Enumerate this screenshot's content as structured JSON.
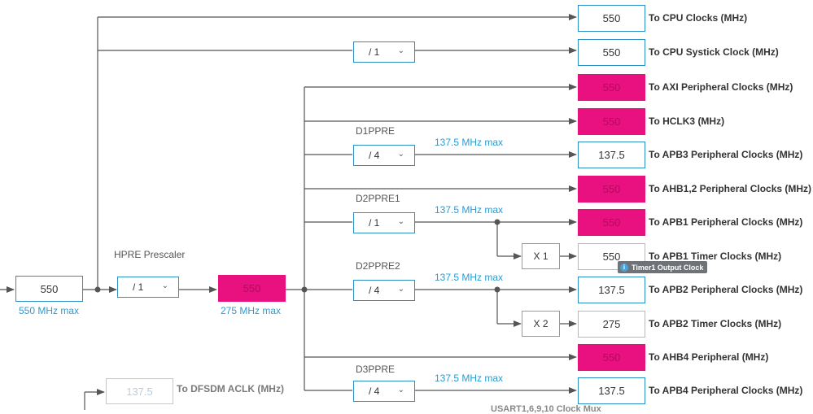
{
  "hpre_label": "HPRE Prescaler",
  "hpre_value": "/ 1",
  "input_clock": {
    "value": "550",
    "max": "550 MHz max"
  },
  "hclk_block": {
    "value": "550",
    "max": "275 MHz max"
  },
  "systick_div": "/ 1",
  "d1ppre": {
    "label": "D1PPRE",
    "value": "/ 4",
    "max": "137.5 MHz max"
  },
  "d2ppre1": {
    "label": "D2PPRE1",
    "value": "/ 1",
    "max": "137.5 MHz max"
  },
  "d2ppre2": {
    "label": "D2PPRE2",
    "value": "/ 4",
    "max": "137.5 MHz max"
  },
  "d3ppre": {
    "label": "D3PPRE",
    "value": "/ 4",
    "max": "137.5 MHz max"
  },
  "mult1": "X 1",
  "mult2": "X 2",
  "outputs": [
    {
      "value": "550",
      "label": "To CPU Clocks (MHz)",
      "state": "normal"
    },
    {
      "value": "550",
      "label": "To CPU Systick Clock (MHz)",
      "state": "normal"
    },
    {
      "value": "550",
      "label": "To AXI Peripheral Clocks (MHz)",
      "state": "error"
    },
    {
      "value": "550",
      "label": "To HCLK3 (MHz)",
      "state": "error"
    },
    {
      "value": "137.5",
      "label": "To APB3 Peripheral Clocks (MHz)",
      "state": "normal"
    },
    {
      "value": "550",
      "label": "To AHB1,2 Peripheral Clocks (MHz)",
      "state": "error"
    },
    {
      "value": "550",
      "label": "To APB1 Peripheral Clocks (MHz)",
      "state": "error"
    },
    {
      "value": "550",
      "label": "To APB1 Timer Clocks (MHz)",
      "state": "gray"
    },
    {
      "value": "137.5",
      "label": "To APB2 Peripheral Clocks (MHz)",
      "state": "normal"
    },
    {
      "value": "275",
      "label": "To APB2 Timer Clocks (MHz)",
      "state": "gray"
    },
    {
      "value": "550",
      "label": "To AHB4 Peripheral (MHz)",
      "state": "error"
    },
    {
      "value": "137.5",
      "label": "To APB4 Peripheral Clocks (MHz)",
      "state": "normal"
    }
  ],
  "dfsdm": {
    "value": "137.5",
    "label": "To DFSDM ACLK (MHz)"
  },
  "tooltip": {
    "icon": "info-icon",
    "text": "Timer1 Output Clock"
  },
  "usart_partial": "USART1,6,9,10 Clock Mux",
  "colors": {
    "wire": "#555555",
    "accent": "#2c8fc4",
    "error": "#e8117f",
    "max_text": "#2c9bd0"
  }
}
